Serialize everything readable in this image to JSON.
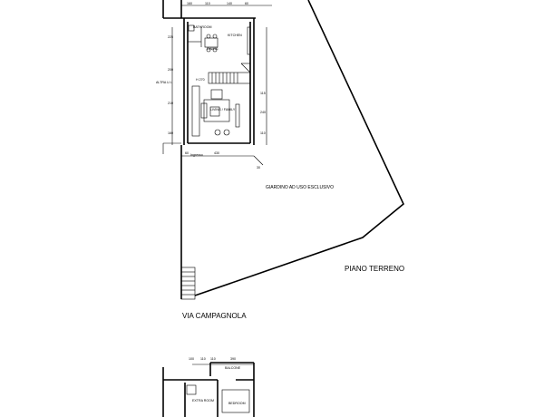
{
  "plan": {
    "ground_floor_label": "PIANO TERRENO",
    "street_label": "VIA CAMPAGNOLA",
    "garden_label": "GIARDINO AD USO ESCLUSIVO",
    "neighbor_label": "ALTRA U.I.",
    "height_label": "H 270",
    "entrance_label": "Ingresso",
    "rooms_ground": [
      "BATHROOM",
      "KITCHEN",
      "DINING",
      "LIVING / FAMILY"
    ],
    "rooms_upper": [
      "BALCONE",
      "EXTRA ROOM",
      "BEDROOM"
    ],
    "dims_top": [
      "160",
      "110",
      "140",
      "60"
    ],
    "dims_left": [
      "225",
      "200",
      "210",
      "160"
    ],
    "dims_right": [
      "115",
      "240",
      "110"
    ],
    "dims_bottom": [
      "60",
      "430",
      "30"
    ],
    "dims_upper": [
      "100",
      "110",
      "110",
      "390"
    ]
  }
}
